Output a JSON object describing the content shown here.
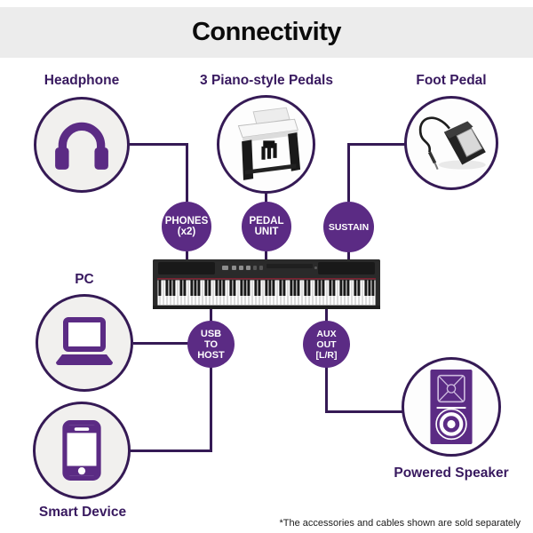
{
  "title": "Connectivity",
  "nodes": {
    "headphone": {
      "label": "Headphone"
    },
    "pedals": {
      "label": "3 Piano-style Pedals"
    },
    "foot_pedal": {
      "label": "Foot Pedal"
    },
    "pc": {
      "label": "PC"
    },
    "smart_device": {
      "label": "Smart Device"
    },
    "powered_speaker": {
      "label": "Powered Speaker"
    }
  },
  "ports": {
    "phones": {
      "lines": [
        "PHONES",
        "(x2)"
      ]
    },
    "pedal_unit": {
      "lines": [
        "PEDAL",
        "UNIT"
      ]
    },
    "sustain": {
      "lines": [
        "SUSTAIN"
      ]
    },
    "usb_to_host": {
      "lines": [
        "USB",
        "TO",
        "HOST"
      ]
    },
    "aux_out": {
      "lines": [
        "AUX",
        "OUT",
        "[L/R]"
      ]
    }
  },
  "footnote": "*The accessories and cables shown are sold separately",
  "colors": {
    "accent_purple": "#5b2b84",
    "deep_purple": "#351a55",
    "label_purple": "#38195f",
    "header_gray": "#ececec"
  }
}
